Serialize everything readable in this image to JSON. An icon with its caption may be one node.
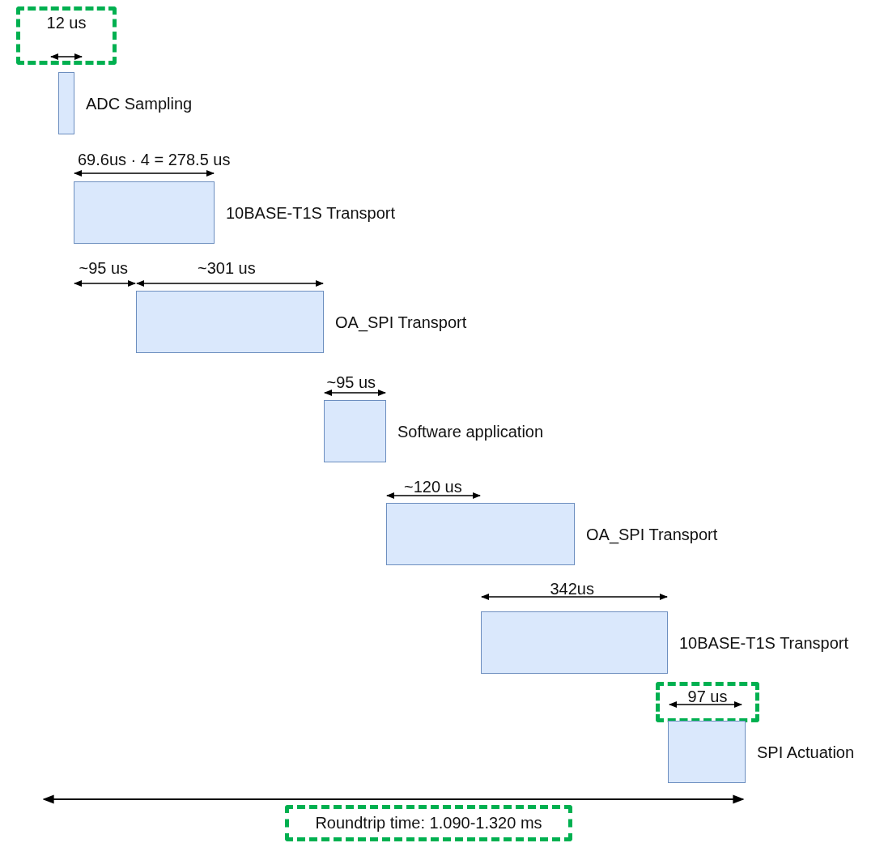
{
  "diagram": {
    "nodes": [
      {
        "text": [
          "12 us"
        ]
      },
      {
        "text": [],
        "shape": "bar",
        "beside": [
          "ADC Sampling"
        ]
      },
      {
        "text": [],
        "shape": "bar",
        "beside": [
          "10BASE-T1S Transport"
        ]
      },
      {
        "text": [],
        "shape": "bar",
        "beside": [
          "OA_SPI Transport"
        ]
      },
      {
        "text": [],
        "shape": "bar",
        "beside": [
          "Software application"
        ]
      },
      {
        "text": [],
        "shape": "bar",
        "beside": [
          "OA_SPI Transport"
        ]
      },
      {
        "text": [],
        "shape": "bar",
        "beside": [
          "10BASE-T1S Transport"
        ]
      },
      {
        "text": [
          "97 us"
        ]
      },
      {
        "text": [],
        "shape": "bar",
        "beside": [
          "SPI Actuation"
        ]
      },
      {
        "text": [
          "Roundtrip time: 1.090-1.320 ms"
        ]
      }
    ],
    "labels": [
      "69.6us · 4 = 278.5 us",
      "~95 us",
      "~301 us",
      "~95 us",
      "~120 us",
      "342us"
    ]
  }
}
